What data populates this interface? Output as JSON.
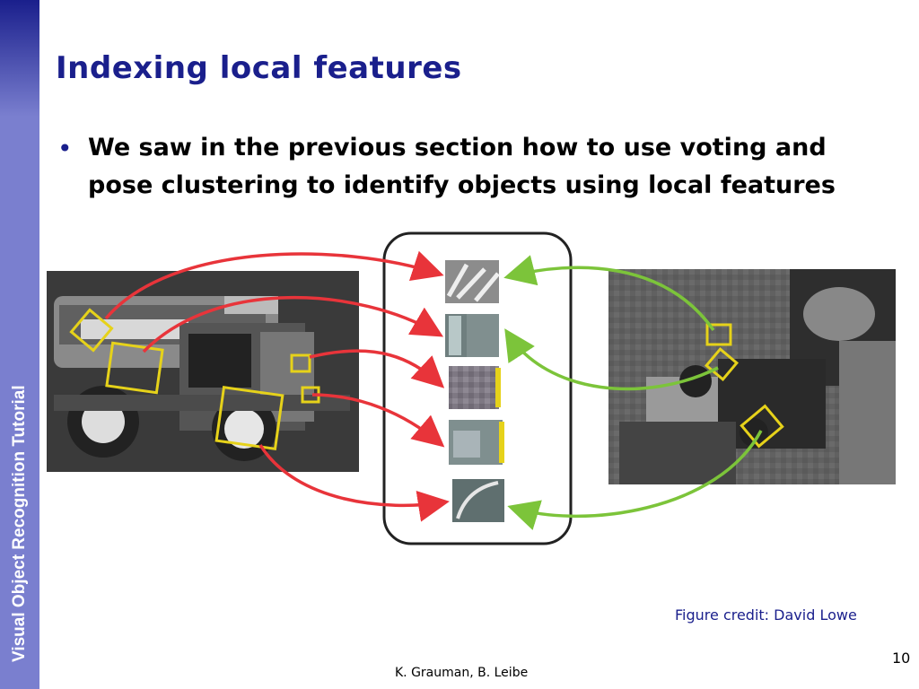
{
  "sidebar": {
    "label": "Visual Object Recognition Tutorial"
  },
  "slide": {
    "title": "Indexing local features",
    "bullets": [
      {
        "text": "We saw in the previous section how to use voting and pose clustering to identify objects using local features"
      }
    ],
    "credit": "Figure credit: David Lowe",
    "page_number": "10",
    "footer": "K. Grauman, B. Leibe"
  },
  "figure": {
    "left_image": "toy truck photo with 5 yellow feature boxes",
    "right_image": "cluttered scene photo with 3 yellow feature boxes",
    "center_panel": "5 extracted feature patches",
    "colors": {
      "left_arrows": "#e8343a",
      "right_arrows": "#7cc43a",
      "feature_box": "#e6d21a",
      "title": "#1a1f8c"
    }
  }
}
